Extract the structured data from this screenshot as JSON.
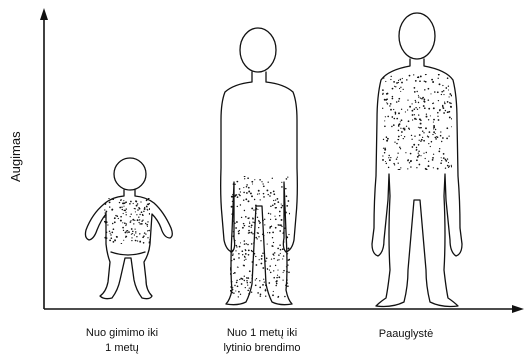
{
  "y_axis_label": "Augimas",
  "stages": [
    {
      "line1": "Nuo gimimo iki",
      "line2": "1 metų"
    },
    {
      "line1": "Nuo 1 metų iki",
      "line2": "lytinio brendimo"
    },
    {
      "line1": "Paauglystė",
      "line2": ""
    }
  ],
  "colors": {
    "ink": "#111111",
    "background": "#ffffff"
  }
}
